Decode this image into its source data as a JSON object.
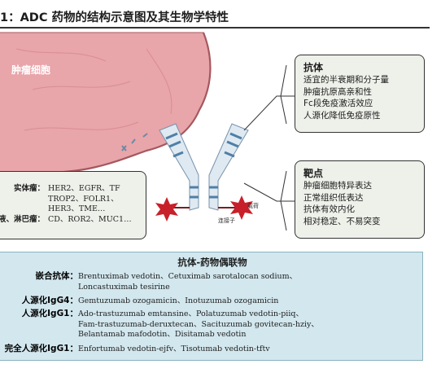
{
  "title": "1：ADC 药物的结构示意图及其生物学特性",
  "scene_labels": {
    "tumor_cell": "肿瘤细胞",
    "payload": "载荷",
    "linker": "连接子"
  },
  "antibody_box": {
    "heading": "抗体",
    "lines": [
      "适宜的半衰期和分子量",
      "肿瘤抗原高亲和性",
      "Fc段免疫激活效应",
      "人源化降低免疫原性"
    ]
  },
  "target_box": {
    "heading": "靶点",
    "lines": [
      "肿瘤细胞特异表达",
      "正常组织低表达",
      "抗体有效内化",
      "相对稳定、不易突变"
    ]
  },
  "targets_left": [
    {
      "label": "实体瘤：",
      "value": "HER2、EGFR、TF"
    },
    {
      "label": "",
      "value": "TROP2、FOLR1、"
    },
    {
      "label": "",
      "value": "HER3、TME…"
    },
    {
      "label": "液、淋巴瘤：",
      "value": "CD、ROR2、MUC1…"
    }
  ],
  "adc_table": {
    "title": "抗体-药物偶联物",
    "rows": [
      {
        "label": "嵌合抗体：",
        "lines": [
          "Brentuximab vedotin、Cetuximab sarotalocan sodium、",
          "Loncastuximab tesirine"
        ]
      },
      {
        "label": "人源化IgG4：",
        "lines": [
          "Gemtuzumab ozogamicin、Inotuzumab ozogamicin"
        ]
      },
      {
        "label": "人源化IgG1：",
        "lines": [
          "Ado-trastuzumab emtansine、Polatuzumab vedotin-piiq、",
          "Fam-trastuzumab-deruxtecan、Sacituzumab govitecan-hziy、",
          "Belantamab mafodotin、Disitamab vedotin"
        ]
      },
      {
        "label": "完全人源化IgG1：",
        "lines": [
          "Enfortumab vedotin-ejfv、Tisotumab vedotin-tftv"
        ]
      }
    ]
  },
  "colors": {
    "tumor": "#e8a5aa",
    "antibody": "#dfe9f2",
    "antibody_stripe": "#4f7fa6",
    "payload": "#c8202a",
    "box_bg": "#eef1ea",
    "table_bg": "#d2e7ee"
  }
}
